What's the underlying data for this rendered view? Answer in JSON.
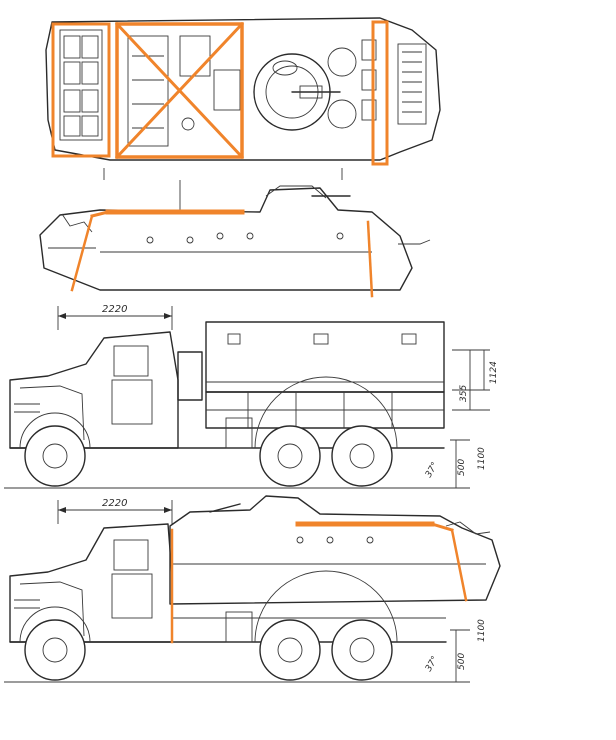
{
  "dimensions": {
    "wheelbase_top": "2220",
    "wheelbase_bottom": "2220",
    "height_355": "355",
    "height_1124": "1124",
    "ground_500_top": "500",
    "ground_500_bottom": "500",
    "clearance_top": "1100",
    "clearance_bottom": "1100",
    "angle_top": "37°",
    "angle_bottom": "37°"
  },
  "colors": {
    "line": "#2b2b2b",
    "overlay": "#f0842b",
    "background": "#ffffff"
  }
}
